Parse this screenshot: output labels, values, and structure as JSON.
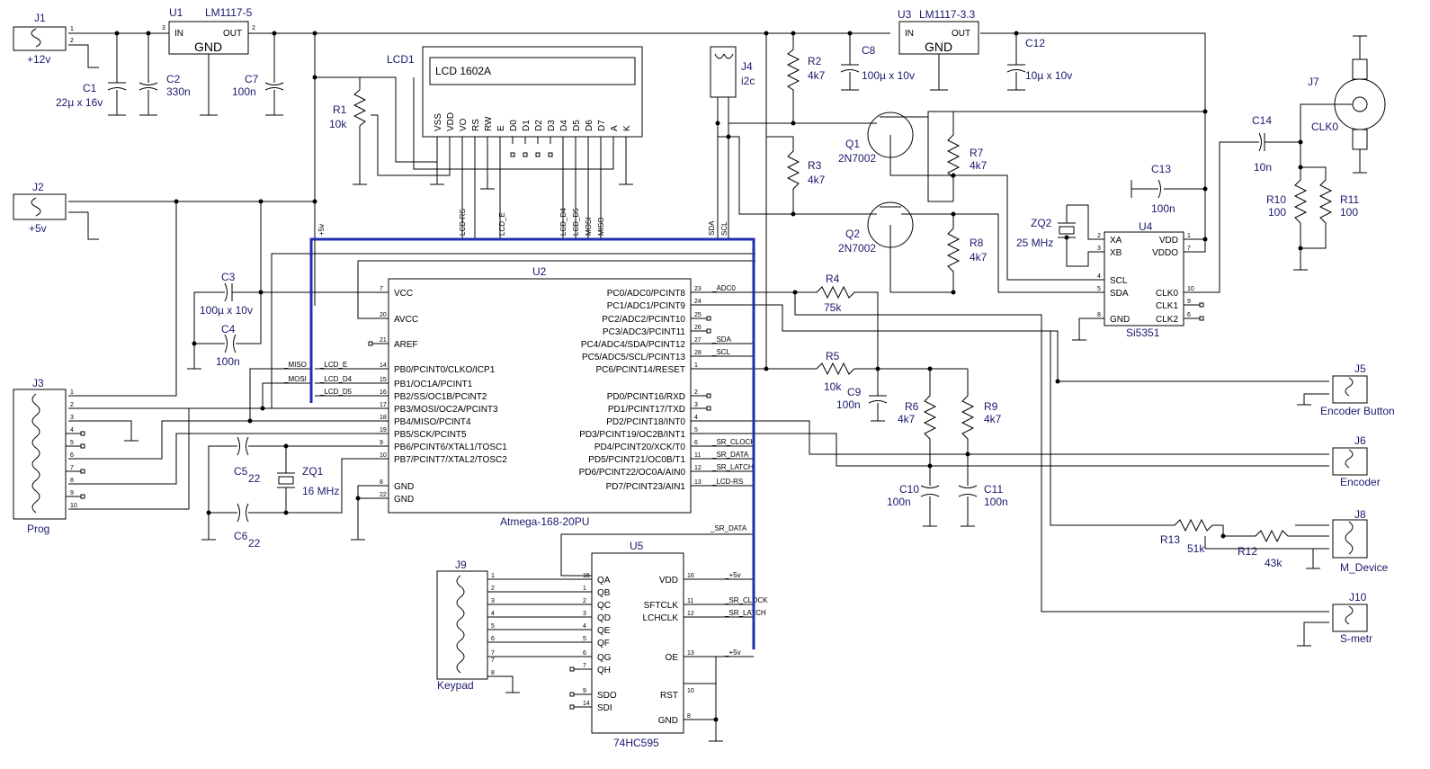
{
  "diagram": {
    "connectors": [
      {
        "ref": "J1",
        "value": "+12v"
      },
      {
        "ref": "J2",
        "value": "+5v"
      },
      {
        "ref": "J3",
        "value": "Prog"
      },
      {
        "ref": "J4",
        "value": "i2c"
      },
      {
        "ref": "J5",
        "value": "Encoder Button"
      },
      {
        "ref": "J6",
        "value": "Encoder"
      },
      {
        "ref": "J7",
        "value": "CLK0"
      },
      {
        "ref": "J8",
        "value": "M_Device"
      },
      {
        "ref": "J9",
        "value": "Keypad"
      },
      {
        "ref": "J10",
        "value": "S-metr"
      }
    ],
    "regulators": [
      {
        "ref": "U1",
        "value": "LM1117-5",
        "in": "IN",
        "out": "OUT",
        "gnd": "GND"
      },
      {
        "ref": "U3",
        "value": "LM1117-3.3",
        "in": "IN",
        "out": "OUT",
        "gnd": "GND"
      }
    ],
    "capacitors": [
      {
        "ref": "C1",
        "value": "22µ x 16v"
      },
      {
        "ref": "C2",
        "value": "330n"
      },
      {
        "ref": "C7",
        "value": "100n"
      },
      {
        "ref": "C8",
        "value": "100µ x 10v"
      },
      {
        "ref": "C12",
        "value": "10µ x 10v"
      },
      {
        "ref": "C3",
        "value": "100µ x 10v"
      },
      {
        "ref": "C4",
        "value": "100n"
      },
      {
        "ref": "C5",
        "value": "22"
      },
      {
        "ref": "C6",
        "value": "22"
      },
      {
        "ref": "C9",
        "value": "100n"
      },
      {
        "ref": "C10",
        "value": "100n"
      },
      {
        "ref": "C11",
        "value": "100n"
      },
      {
        "ref": "C13",
        "value": "100n"
      },
      {
        "ref": "C14",
        "value": "10n"
      }
    ],
    "resistors": [
      {
        "ref": "R1",
        "value": "10k"
      },
      {
        "ref": "R2",
        "value": "4k7"
      },
      {
        "ref": "R3",
        "value": "4k7"
      },
      {
        "ref": "R4",
        "value": "75k"
      },
      {
        "ref": "R5",
        "value": "10k"
      },
      {
        "ref": "R6",
        "value": "4k7"
      },
      {
        "ref": "R7",
        "value": "4k7"
      },
      {
        "ref": "R8",
        "value": "4k7"
      },
      {
        "ref": "R9",
        "value": "4k7"
      },
      {
        "ref": "R10",
        "value": "100"
      },
      {
        "ref": "R11",
        "value": "100"
      },
      {
        "ref": "R12",
        "value": "43k"
      },
      {
        "ref": "R13",
        "value": "51k"
      }
    ],
    "transistors": [
      {
        "ref": "Q1",
        "value": "2N7002"
      },
      {
        "ref": "Q2",
        "value": "2N7002"
      }
    ],
    "crystals": [
      {
        "ref": "ZQ1",
        "value": "16 MHz"
      },
      {
        "ref": "ZQ2",
        "value": "25 MHz"
      }
    ],
    "lcd": {
      "ref": "LCD1",
      "value": "LCD 1602A",
      "pins": [
        "VSS",
        "VDD",
        "VO",
        "RS",
        "RW",
        "E",
        "D0",
        "D1",
        "D2",
        "D3",
        "D4",
        "D5",
        "D6",
        "D7",
        "A",
        "K"
      ]
    },
    "mcu": {
      "ref": "U2",
      "value": "Atmega-168-20PU",
      "left_pins": [
        {
          "num": "7",
          "name": "VCC"
        },
        {
          "num": "20",
          "name": "AVCC"
        },
        {
          "num": "21",
          "name": "AREF"
        },
        {
          "num": "14",
          "name": "PB0/PCINT0/CLKO/ICP1"
        },
        {
          "num": "15",
          "name": "PB1/OC1A/PCINT1"
        },
        {
          "num": "16",
          "name": "PB2/SS/OC1B/PCINT2"
        },
        {
          "num": "17",
          "name": "PB3/MOSI/OC2A/PCINT3"
        },
        {
          "num": "18",
          "name": "PB4/MISO/PCINT4"
        },
        {
          "num": "19",
          "name": "PB5/SCK/PCINT5"
        },
        {
          "num": "9",
          "name": "PB6/PCINT6/XTAL1/TOSC1"
        },
        {
          "num": "10",
          "name": "PB7/PCINT7/XTAL2/TOSC2"
        },
        {
          "num": "8",
          "name": "GND"
        },
        {
          "num": "22",
          "name": "GND"
        }
      ],
      "right_pins": [
        {
          "num": "23",
          "name": "PC0/ADC0/PCINT8",
          "net": "_ADC0"
        },
        {
          "num": "24",
          "name": "PC1/ADC1/PCINT9",
          "net": ""
        },
        {
          "num": "25",
          "name": "PC2/ADC2/PCINT10",
          "net": ""
        },
        {
          "num": "26",
          "name": "PC3/ADC3/PCINT11",
          "net": ""
        },
        {
          "num": "27",
          "name": "PC4/ADC4/SDA/PCINT12",
          "net": "_SDA"
        },
        {
          "num": "28",
          "name": "PC5/ADC5/SCL/PCINT13",
          "net": "_SCL"
        },
        {
          "num": "1",
          "name": "PC6/PCINT14/RESET",
          "net": ""
        },
        {
          "num": "2",
          "name": "PD0/PCINT16/RXD",
          "net": ""
        },
        {
          "num": "3",
          "name": "PD1/PCINT17/TXD",
          "net": ""
        },
        {
          "num": "4",
          "name": "PD2/PCINT18/INT0",
          "net": ""
        },
        {
          "num": "5",
          "name": "PD3/PCINT19/OC2B/INT1",
          "net": ""
        },
        {
          "num": "6",
          "name": "PD4/PCINT20/XCK/T0",
          "net": "_SR_CLOCK"
        },
        {
          "num": "11",
          "name": "PD5/PCINT21/OC0B/T1",
          "net": "_SR_DATA"
        },
        {
          "num": "12",
          "name": "PD6/PCINT22/OC0A/AIN0",
          "net": "_SR_LATCH"
        },
        {
          "num": "13",
          "name": "PD7/PCINT23/AIN1",
          "net": "_LCD-RS"
        }
      ]
    },
    "clockgen": {
      "ref": "U4",
      "value": "Si5351",
      "left_pins": [
        {
          "num": "2",
          "name": "XA"
        },
        {
          "num": "3",
          "name": "XB"
        },
        {
          "num": "4",
          "name": "SCL"
        },
        {
          "num": "5",
          "name": "SDA"
        },
        {
          "num": "8",
          "name": "GND"
        }
      ],
      "right_pins": [
        {
          "num": "1",
          "name": "VDD"
        },
        {
          "num": "7",
          "name": "VDDO"
        },
        {
          "num": "10",
          "name": "CLK0"
        },
        {
          "num": "9",
          "name": "CLK1"
        },
        {
          "num": "6",
          "name": "CLK2"
        }
      ]
    },
    "shiftreg": {
      "ref": "U5",
      "value": "74HC595",
      "left_pins": [
        {
          "num": "15",
          "name": "QA"
        },
        {
          "num": "1",
          "name": "QB"
        },
        {
          "num": "2",
          "name": "QC"
        },
        {
          "num": "3",
          "name": "QD"
        },
        {
          "num": "4",
          "name": "QE"
        },
        {
          "num": "5",
          "name": "QF"
        },
        {
          "num": "6",
          "name": "QG"
        },
        {
          "num": "7",
          "name": "QH"
        },
        {
          "num": "9",
          "name": "SDO"
        },
        {
          "num": "14",
          "name": "SDI"
        }
      ],
      "right_pins": [
        {
          "num": "16",
          "name": "VDD",
          "net": "_+5v"
        },
        {
          "num": "11",
          "name": "SFTCLK",
          "net": "_SR_CLOCK"
        },
        {
          "num": "12",
          "name": "LCHCLK",
          "net": "_SR_LATCH"
        },
        {
          "num": "13",
          "name": "OE",
          "net": "_+5v"
        },
        {
          "num": "10",
          "name": "RST",
          "net": ""
        },
        {
          "num": "8",
          "name": "GND",
          "net": ""
        }
      ]
    },
    "net_labels": {
      "lcd_rs": "LCD-RS",
      "lcd_e": "LCD_E",
      "lcd_d4": "LCD_D4",
      "lcd_d5": "LCD_D5",
      "mosi": "MOSI",
      "miso": "MISO",
      "plus5v": "+5v",
      "sda": "SDA",
      "scl": "SCL",
      "left_miso": "_MISO",
      "left_mosi": "_MOSI",
      "left_lcd_e": "_LCD_E",
      "left_lcd_d4": "_LCD_D4",
      "left_lcd_d5": "_LCD_D5",
      "sr_data_top": "_SR_DATA"
    },
    "colors": {
      "wire": "#000000",
      "label": "#1a1a6e",
      "bus": "#1f2fb0"
    }
  }
}
